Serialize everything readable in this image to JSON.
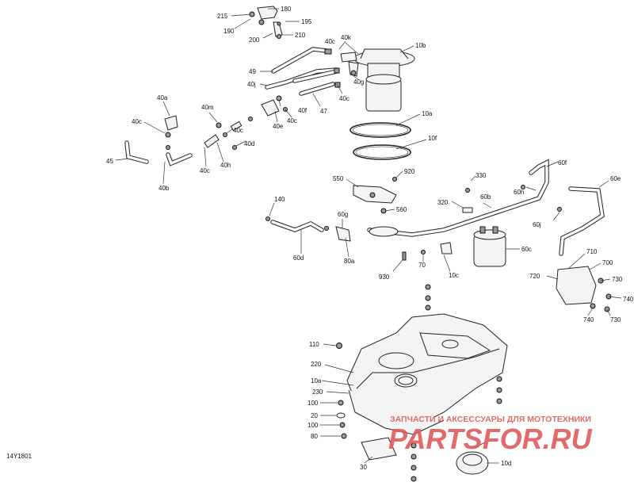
{
  "diagram_code": "14Y1801",
  "labels": {
    "p215": "215",
    "p190": "190",
    "p180": "180",
    "p195": "195",
    "p200": "200",
    "p210": "210",
    "p40c_a": "40c",
    "p40k": "40k",
    "p10b": "10b",
    "p49": "49",
    "p40j": "40j",
    "p40g": "40g",
    "p40c_b": "40c",
    "p47": "47",
    "p40c_c": "40c",
    "p40e": "40e",
    "p40f": "40f",
    "p10a": "10a",
    "p10f": "10f",
    "p40a": "40a",
    "p40m": "40m",
    "p40c_d": "40c",
    "p40c_e": "40c",
    "p40d": "40d",
    "p40h": "40h",
    "p40c_f": "40c",
    "p45": "45",
    "p40b": "40b",
    "p550": "550",
    "p920": "920",
    "p330": "330",
    "p60f": "60f",
    "p60e": "60e",
    "p60h": "60h",
    "p320": "320",
    "p60b": "60b",
    "p560": "560",
    "p140": "140",
    "p60g": "60g",
    "p60j": "60j",
    "p60d": "60d",
    "p80a": "80a",
    "p60c": "60c",
    "p710": "710",
    "p700": "700",
    "p930": "930",
    "p70": "70",
    "p10c": "10c",
    "p720": "720",
    "p730a": "730",
    "p740a": "740",
    "p740b": "740",
    "p730b": "730",
    "p110": "110",
    "p220": "220",
    "p10a2": "10a",
    "p230": "230",
    "p100a": "100",
    "p20": "20",
    "p100b": "100",
    "p80": "80",
    "p30": "30",
    "p10d": "10d"
  },
  "watermark": {
    "line1": "ЗАПЧАСТИ И АКСЕССУАРЫ ДЛЯ МОТОТЕХНИКИ",
    "line2": "PARTSFOR.RU",
    "color": "#e05a5a"
  },
  "colors": {
    "ink": "#222222",
    "paper": "#ffffff"
  }
}
